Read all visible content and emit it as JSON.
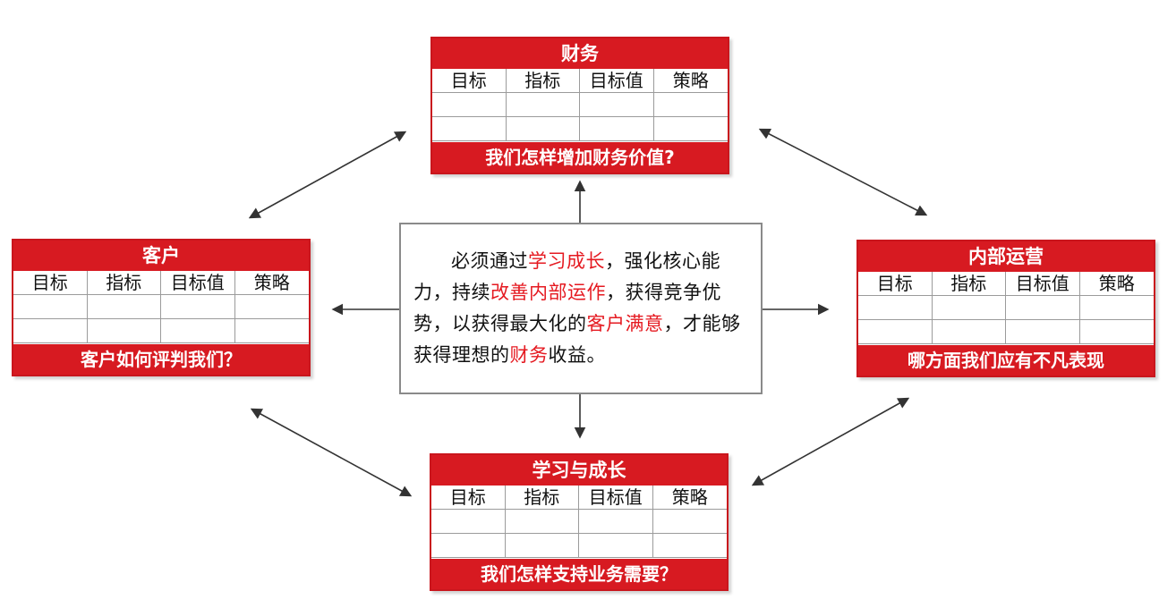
{
  "colors": {
    "accent_red": "#d71a21",
    "highlight_red": "#e51a21",
    "arrow": "#333333"
  },
  "columns": [
    "目标",
    "指标",
    "目标值",
    "策略"
  ],
  "cards": {
    "finance": {
      "title": "财务",
      "question": "我们怎样增加财务价值?"
    },
    "customer": {
      "title": "客户",
      "question": "客户如何评判我们？"
    },
    "internal": {
      "title": "内部运营",
      "question": "哪方面我们应有不凡表现"
    },
    "learning": {
      "title": "学习与成长",
      "question": "我们怎样支持业务需要？"
    }
  },
  "center": {
    "seg1": "必须通过",
    "seg2": "学习成长",
    "seg3": "，强化核心能力，持续",
    "seg4": "改善内部运作",
    "seg5": "，获得竞争优势，以获得最大化的",
    "seg6": "客户满意",
    "seg7": "，才能够获得理想的",
    "seg8": "财务",
    "seg9": "收益。"
  }
}
